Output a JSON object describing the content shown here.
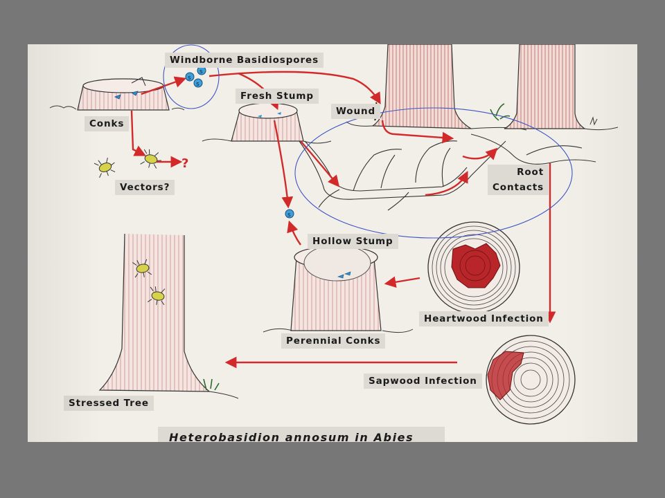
{
  "labels": {
    "windborne": "Windborne Basidiospores",
    "fresh_stump": "Fresh Stump",
    "wound": "Wound",
    "conks": "Conks",
    "vectors": "Vectors?",
    "root": "Root",
    "contacts": "Contacts",
    "hollow_stump": "Hollow Stump",
    "heartwood": "Heartwood Infection",
    "perennial_conks": "Perennial Conks",
    "sapwood": "Sapwood Infection",
    "stressed_tree": "Stressed Tree",
    "question": "?",
    "spore_letter": "s"
  },
  "title": "Heterobasidion annosum in Abies",
  "colors": {
    "background": "#777777",
    "paper": "#f1efe8",
    "arrow_red": "#d22a2a",
    "bark_pink": "#d9a7a0",
    "annotation_blue": "#3f55c4",
    "spore_blue": "#3f9fd6",
    "insect_yellow": "#d6d24a",
    "decay_red": "#b8262a"
  }
}
